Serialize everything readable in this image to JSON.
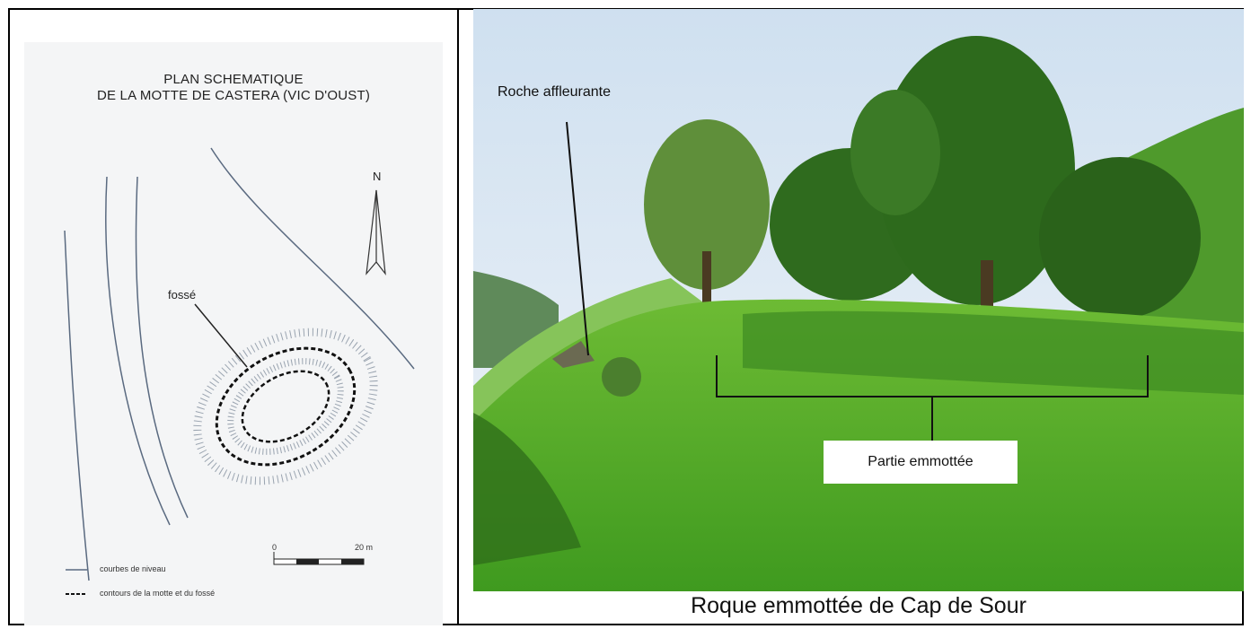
{
  "plan": {
    "title_line1": "PLAN SCHEMATIQUE",
    "title_line2": "DE LA MOTTE DE CASTERA (VIC D'OUST)",
    "north_label": "N",
    "fosse_label": "fossé",
    "scale_start": "0",
    "scale_end": "20 m",
    "legend_contours": "courbes de niveau",
    "legend_motte": "contours de la motte et du fossé"
  },
  "photo": {
    "label_roche": "Roche affleurante",
    "label_partie": "Partie emmottée",
    "caption": "Roque emmottée de Cap de Sour"
  },
  "colors": {
    "frame": "#000000",
    "plan_bg": "#f4f5f6",
    "contour_line": "#5a6a80",
    "motte_outline": "#111111",
    "sky": "#d9e6f2",
    "grass": "#5fb02a",
    "tree": "#2f6b1e"
  }
}
